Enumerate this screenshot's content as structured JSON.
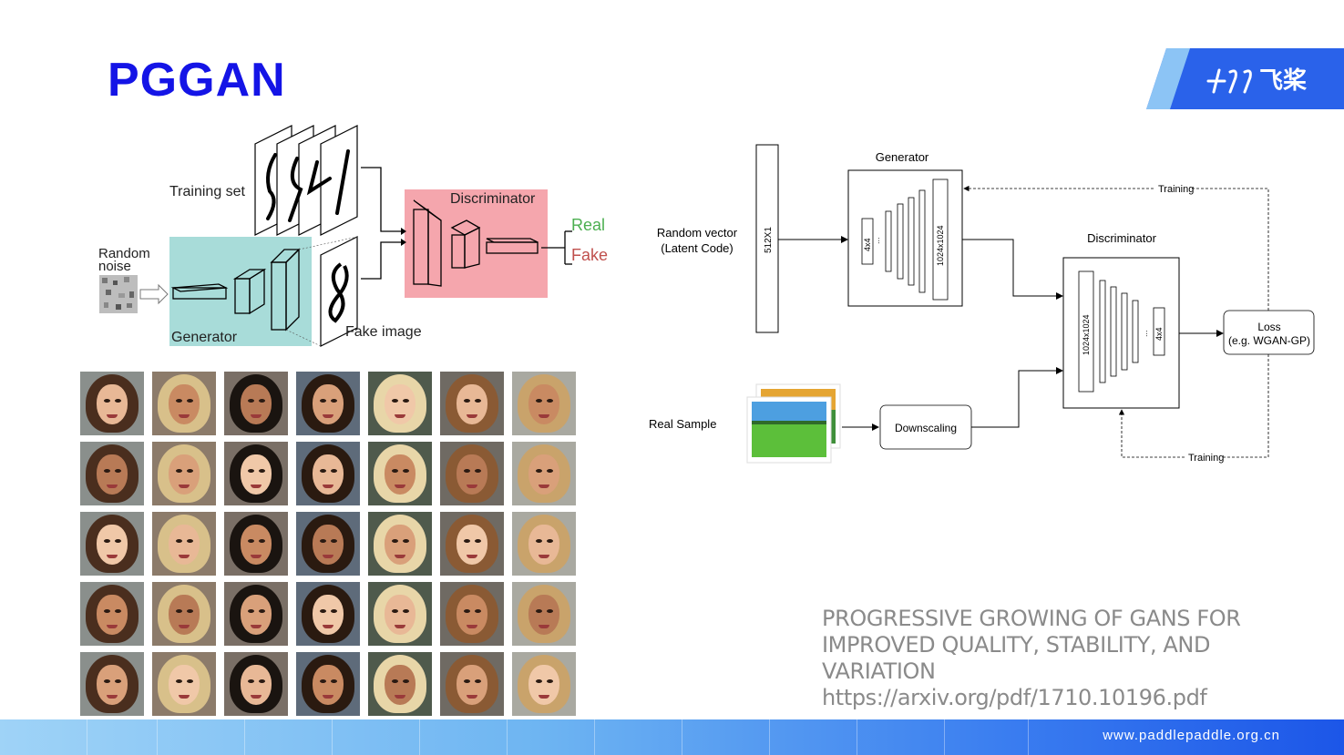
{
  "slide": {
    "title": "PGGAN",
    "footer_url": "www.paddlepaddle.org.cn",
    "logo_text": "飞桨"
  },
  "left_diagram": {
    "training_set_label": "Training set",
    "random_noise_label_1": "Random",
    "random_noise_label_2": "noise",
    "generator_label": "Generator",
    "fake_image_label": "Fake image",
    "discriminator_label": "Discriminator",
    "real_label": "Real",
    "fake_label": "Fake",
    "colors": {
      "generator_box": "#a8dcd9",
      "discriminator_box": "#f5a6ad",
      "real_text": "#4caf50",
      "fake_text": "#c0504d"
    }
  },
  "right_diagram": {
    "random_vector_label_1": "Random vector",
    "random_vector_label_2": "(Latent Code)",
    "latent_size": "512X1",
    "generator_label": "Generator",
    "gen_small": "4x4",
    "gen_large": "1024x1024",
    "dots": "...",
    "discriminator_label": "Discriminator",
    "disc_large": "1024x1024",
    "disc_small": "4x4",
    "training_label_top": "Training",
    "training_label_bottom": "Training",
    "loss_label_1": "Loss",
    "loss_label_2": "(e.g. WGAN-GP)",
    "real_sample_label": "Real Sample",
    "downscaling_label": "Downscaling"
  },
  "paper_ref": {
    "line1": "PROGRESSIVE GROWING OF GANS FOR",
    "line2": "IMPROVED QUALITY, STABILITY, AND",
    "line3": "VARIATION",
    "url": "https://arxiv.org/pdf/1710.10196.pdf"
  },
  "colors": {
    "title": "#1414e6",
    "ref_text": "#8a8a8a"
  }
}
